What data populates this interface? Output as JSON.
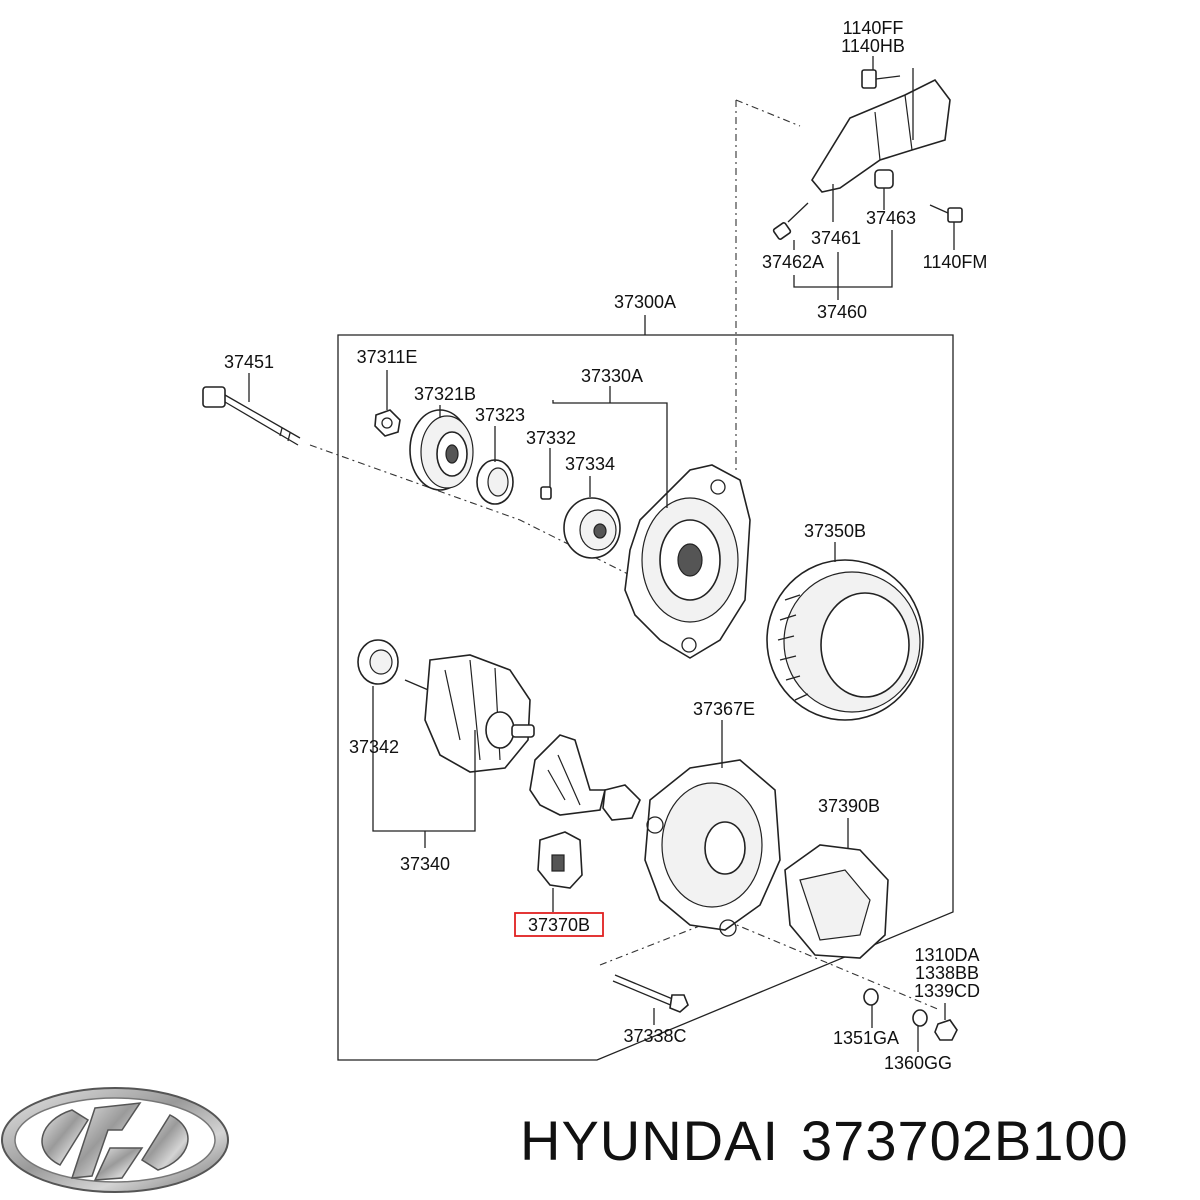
{
  "brand": {
    "name": "HYUNDAI",
    "part_number": "373702B100",
    "logo": "hyundai-logo-icon"
  },
  "highlight_color": "#e02020",
  "callouts": {
    "c1140ff": "1140FF",
    "c1140hb": "1140HB",
    "c37461": "37461",
    "c37463": "37463",
    "c37462a": "37462A",
    "c1140fm": "1140FM",
    "c37460": "37460",
    "c37300a": "37300A",
    "c37451": "37451",
    "c37311e": "37311E",
    "c37321b": "37321B",
    "c37330a": "37330A",
    "c37323": "37323",
    "c37332": "37332",
    "c37334": "37334",
    "c37350b": "37350B",
    "c37367e": "37367E",
    "c37342": "37342",
    "c37340": "37340",
    "c37390b": "37390B",
    "c37370b": "37370B",
    "c1310da": "1310DA",
    "c1338bb": "1338BB",
    "c1339cd": "1339CD",
    "c37338c": "37338C",
    "c1351ga": "1351GA",
    "c1360gg": "1360GG"
  }
}
